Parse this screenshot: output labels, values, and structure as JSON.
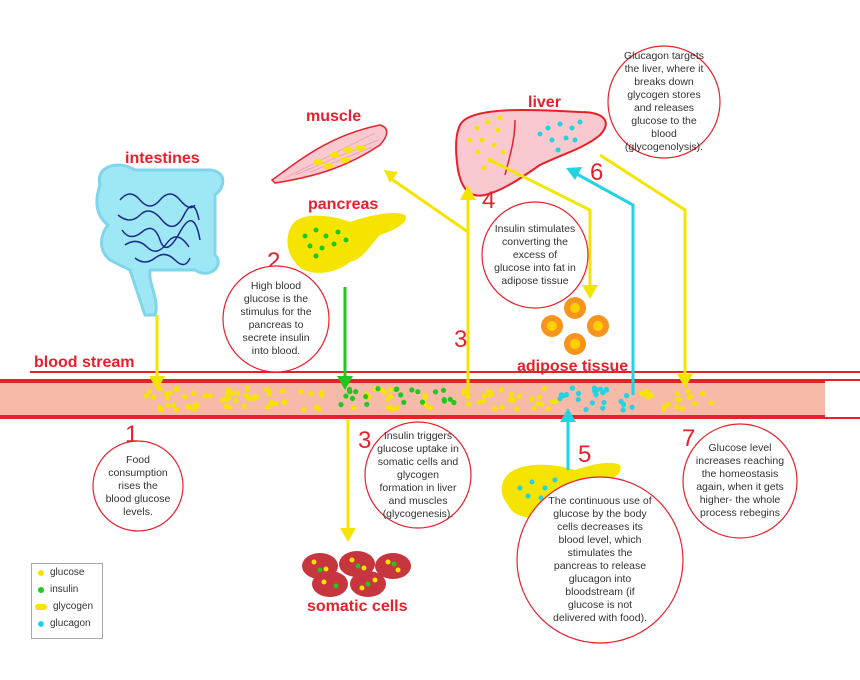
{
  "organs": {
    "intestines": "intestines",
    "muscle": "muscle",
    "pancreas": "pancreas",
    "liver": "liver",
    "adipose": "adipose tissue",
    "somatic": "somatic cells",
    "blood_stream": "blood stream"
  },
  "steps": [
    "1",
    "2",
    "3",
    "3",
    "4",
    "5",
    "6",
    "7"
  ],
  "notes": {
    "glucagon_liver": "Glucagon targets the liver, where it breaks down glycogen stores and releases glucose to the blood (glycogenolysis).",
    "insulin_fat": "Insulin stimulates converting the excess of glucose into fat in adipose tissue",
    "high_glucose": "High blood glucose is the stimulus for the pancreas to secrete insulin into blood.",
    "food": "Food consumption rises the blood glucose levels.",
    "insulin_uptake": "Insulin triggers glucose uptake in somatic cells and glycogen formation in liver and muscles (glycogenesis).",
    "continuous_use": "The continuous use of glucose by the body cells decreases its blood level, which stimulates the pancreas to release glucagon into bloodstream (if glucose is not delivered with food).",
    "homeostasis": "Glucose level increases reaching the homeostasis again, when it gets higher- the whole process rebegins"
  },
  "legend": [
    {
      "label": "glucose",
      "icon": "glucose-dot-icon",
      "color": "#f5e400"
    },
    {
      "label": "insulin",
      "icon": "insulin-dot-icon",
      "color": "#1ec81e"
    },
    {
      "label": "glycogen",
      "icon": "glycogen-blob-icon",
      "color": "#f5e400"
    },
    {
      "label": "glucagon",
      "icon": "glucagon-dot-icon",
      "color": "#22d3e0"
    }
  ],
  "colors": {
    "red": "#e8202a",
    "yellow": "#f5e400",
    "green": "#1ec81e",
    "cyan": "#22d3e0",
    "vessel": "#f7b9a8",
    "organ_pink": "#f9c9cf"
  }
}
